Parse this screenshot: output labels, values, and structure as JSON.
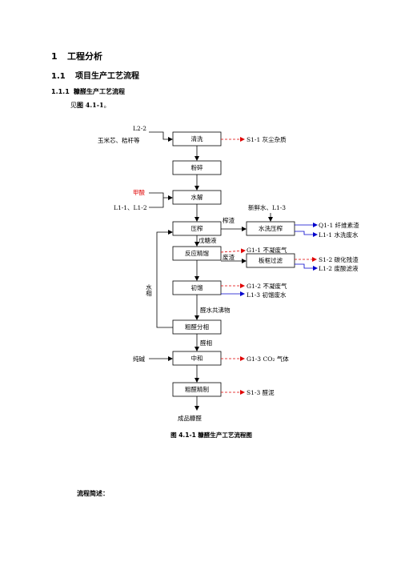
{
  "heading1": {
    "number": "1",
    "title": "工程分析"
  },
  "heading2": {
    "number": "1.1",
    "title": "项目生产工艺流程"
  },
  "heading3": {
    "number": "1.1.1",
    "title": "糠醛生产工艺流程"
  },
  "intro": {
    "prefix": "见",
    "ref": "图 4.1-1",
    "suffix": "。"
  },
  "flow": {
    "boxes": {
      "wash": "清洗",
      "crush": "粉碎",
      "hydrolysis": "水解",
      "press": "压榨",
      "water_press": "水洗压榨",
      "reaction": "反应精馏",
      "frame_filter": "板框过滤",
      "initial": "初馏",
      "separation": "粗醛分相",
      "neutralize": "中和",
      "refine": "粗醛精制"
    },
    "labels": {
      "l22": "L2-2",
      "corn": "玉米芯、秸秆等",
      "formic": "甲酸",
      "l11": "L1-1、L1-2",
      "fresh_water": "新鲜水、L1-3",
      "slag": "榨渣",
      "sugar": "戊糖液",
      "waste_slag": "废渣",
      "water_phase": "水相",
      "azeotrope": "醛水共沸物",
      "aldehyde_phase": "醛相",
      "soda": "纯碱",
      "product": "成品糠醛"
    },
    "outputs": {
      "s11": "S1-1  灰尘杂质",
      "q1": "Q1-1  纤维素渣",
      "l11w": "L1-1  水洗废水",
      "g11": "G1-1  不凝废气",
      "s12": "S1-2  碳化残渣",
      "l12": "L1-2  废酸滤液",
      "g12": "G1-2  不凝废气",
      "l13": "L1-3  初馏废水",
      "g13": "G1-3 CO₂ 气体",
      "s13": "S1-3    醛泥"
    },
    "caption": "图 4.1-1   糠醛生产工艺流程图",
    "colors": {
      "formic": "#e00000",
      "dashed_arrow": "#e00000",
      "blue_arrow": "#0000cc"
    }
  },
  "section_label": "流程简述："
}
